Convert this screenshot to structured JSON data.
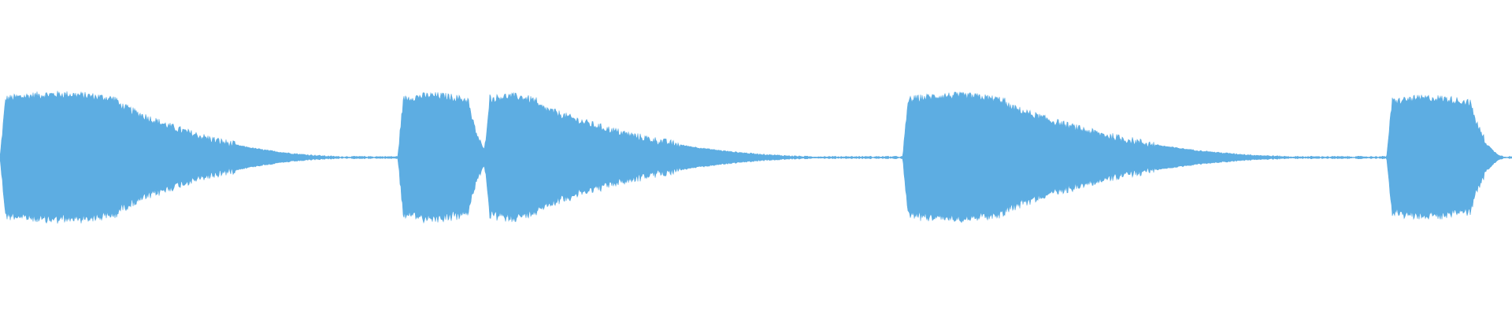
{
  "waveform": {
    "color": "#5dade2",
    "background": "#ffffff",
    "events": [
      {
        "start": 0.0,
        "sustain_end": 0.078,
        "decay_end": 0.26,
        "level": 1.0
      },
      {
        "start": 0.263,
        "sustain_end": 0.31,
        "decay_end": 0.33,
        "level": 0.98
      },
      {
        "start": 0.32,
        "sustain_end": 0.355,
        "decay_end": 0.58,
        "level": 0.97
      },
      {
        "start": 0.597,
        "sustain_end": 0.665,
        "decay_end": 0.9,
        "level": 0.98
      },
      {
        "start": 0.917,
        "sustain_end": 0.973,
        "decay_end": 1.0,
        "level": 0.94
      }
    ]
  }
}
